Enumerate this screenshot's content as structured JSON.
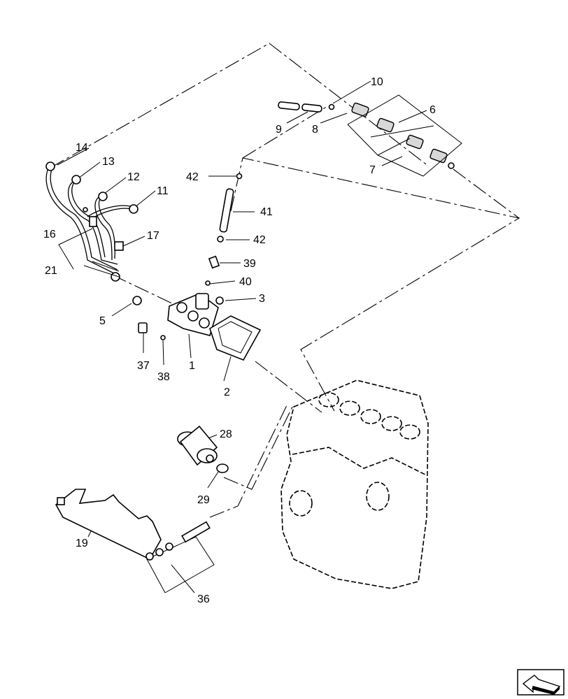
{
  "callouts": {
    "c1": "1",
    "c2": "2",
    "c3": "3",
    "c5": "5",
    "c6": "6",
    "c7": "7",
    "c8": "8",
    "c9": "9",
    "c10": "10",
    "c11": "11",
    "c12": "12",
    "c13": "13",
    "c14": "14",
    "c16": "16",
    "c17": "17",
    "c19": "19",
    "c21": "21",
    "c28": "28",
    "c29": "29",
    "c36": "36",
    "c37": "37",
    "c38": "38",
    "c39": "39",
    "c40": "40",
    "c41": "41",
    "c42a": "42",
    "c42b": "42"
  },
  "icons": {
    "nav": "next-page-arrow-icon"
  }
}
